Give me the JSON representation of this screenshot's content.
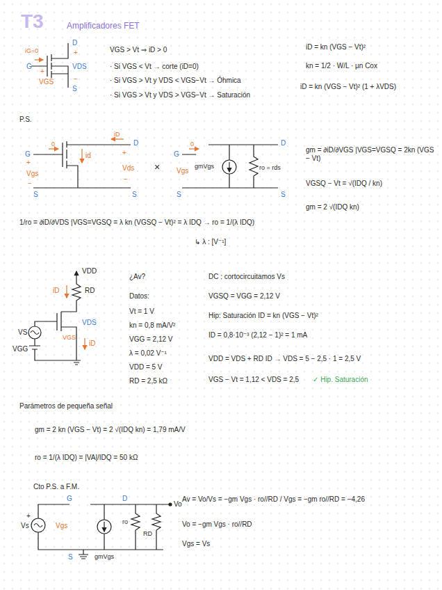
{
  "diagram": {
    "title": "Amplificadores FET",
    "labels": [
      "T3",
      "iG=0",
      "G",
      "D",
      "+",
      "VDS",
      "−",
      "+",
      "VGS",
      "S",
      "VGS > Vt ⇒ iD > 0",
      "· Si VGS < Vt → corte (iD=0)",
      "· Si VGS > Vt y VDS < VGS−Vt → Óhmica",
      "· Si VGS > Vt y VDS > VGS−Vt → Saturación",
      "iD = kn (VGS − Vt)²",
      "kn = 1/2 · W/L · μn Cox",
      "iD = kn (VGS − Vt)² (1 + λVDS)",
      "P.S.",
      "iD",
      "D",
      "G",
      "0",
      "id",
      "+",
      "Vds",
      "−",
      "+",
      "Vgs",
      "−",
      "S",
      "S",
      "×",
      "G",
      "0",
      "Vgs",
      "S",
      "D",
      "S",
      "gmVgs",
      "ro = rds",
      "gm = ∂iD/∂VGS |VGS=VGSQ = 2kn (VGS − Vt)",
      "VGSQ − Vt = √(IDQ / kn)",
      "gm = 2 √(IDQ kn)",
      "1/ro = ∂iD/∂VDS |VGS=VGSQ = λ kn (VGSQ − Vt)² = λ IDQ → ro = 1/(λ IDQ)",
      "↳ λ : [V⁻¹]",
      "VDD",
      "iD",
      "RD",
      "VDS",
      "VS",
      "VGS",
      "iD",
      "VGG",
      "¿Av?",
      "Datos:",
      "Vt = 1 V",
      "kn = 0,8 mA/V²",
      "VGG = 2,12 V",
      "λ = 0,02 V⁻¹",
      "VDD = 5 V",
      "RD = 2,5 kΩ",
      "DC : cortocircuitamos Vs",
      "VGSQ = VGG = 2,12 V",
      "Hip: Saturación  ID = kn (VGS − Vt)²",
      "ID = 0,8·10⁻³ (2,12 − 1)² = 1 mA",
      "VDD = VDS + RD ID → VDS = 5 − 2,5 · 1 = 2,5 V",
      "VGS − Vt = 1,12 < VDS = 2,5",
      "✓ Hip. Saturación",
      "Parámetros de pequeña señal",
      "gm = 2 kn (VGS − Vt) = 2 √(IDQ kn) = 1,79 mA/V",
      "ro = 1/(λ IDQ) = |VA|/IDQ = 50 kΩ",
      "Cto P.S. a F.M.",
      "G",
      "D",
      "Vo",
      "+",
      "Vs",
      "Vgs",
      "gmVgs",
      "ro",
      "RD",
      "S",
      "Av = Vo/Vs = −gm Vgs · ro//RD / Vgs = −gm ro//RD = −4,26",
      "Vo = −gm Vgs · ro//RD",
      "Vgs = Vs"
    ]
  }
}
